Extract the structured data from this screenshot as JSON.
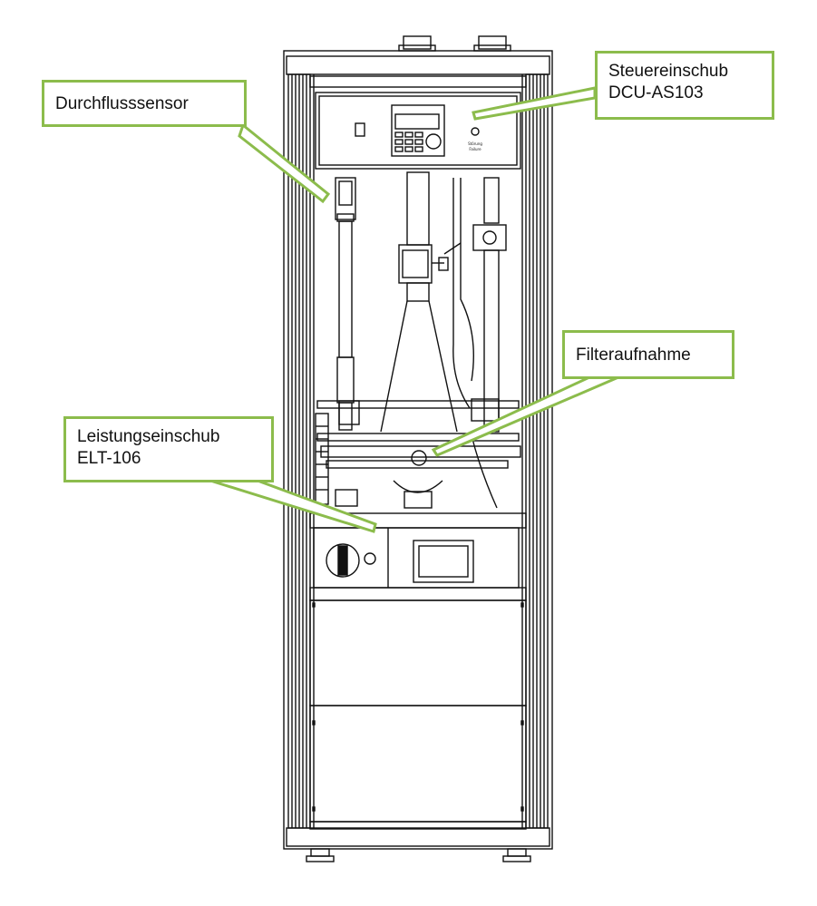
{
  "callouts": {
    "durchfluss": "Durchflusssensor",
    "steuer_line1": "Steuereinschub",
    "steuer_line2": "DCU-AS103",
    "filter": "Filteraufnahme",
    "leistung_line1": "Leistungseinschub",
    "leistung_line2": "ELT-106"
  },
  "panel_labels": {
    "failure_de": "Störung",
    "failure_en": "Failure"
  },
  "colors": {
    "callout_border": "#8cbc4c",
    "line": "#111111",
    "background": "#ffffff"
  }
}
